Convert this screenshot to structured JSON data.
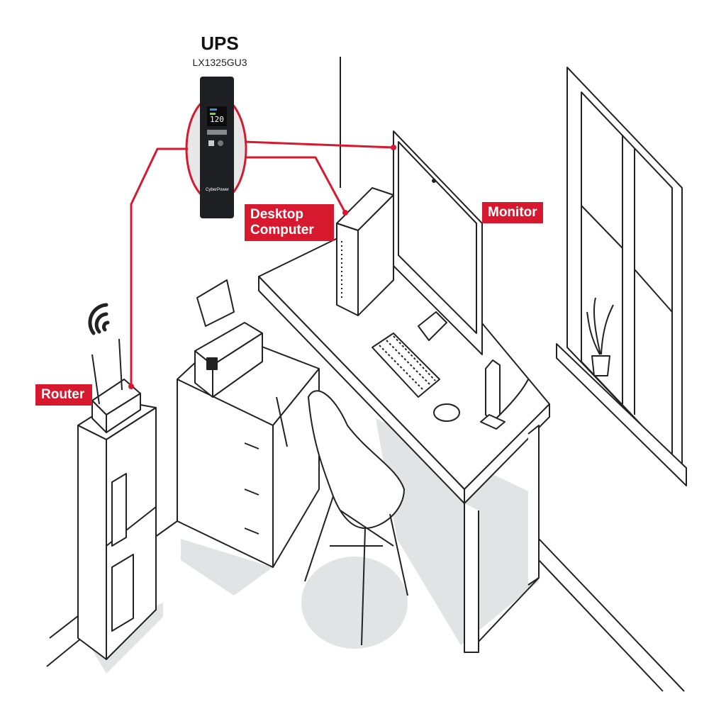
{
  "ups": {
    "title": "UPS",
    "model": "LX1325GU3",
    "display_value": "120",
    "brand": "CyberPower"
  },
  "labels": {
    "desktop": "Desktop Computer",
    "monitor": "Monitor",
    "router": "Router"
  },
  "colors": {
    "accent": "#d7192f",
    "line": "#222222",
    "shadow": "#e2e3e4"
  }
}
